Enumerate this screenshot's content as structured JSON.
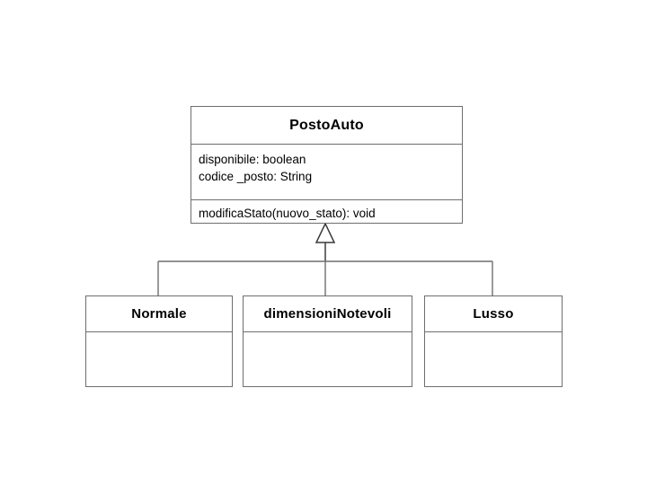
{
  "diagram": {
    "type": "uml-class-diagram",
    "background_color": "#ffffff",
    "line_color": "#6e6e6e",
    "text_color": "#000000",
    "relationship": "generalization"
  },
  "parent": {
    "name": "PostoAuto",
    "attributes": [
      "disponibile: boolean",
      "codice _posto: String"
    ],
    "methods": [
      "modificaStato(nuovo_stato): void"
    ]
  },
  "children": [
    {
      "name": "Normale",
      "attributes": [],
      "methods": []
    },
    {
      "name": "dimensioniNotevoli",
      "attributes": [],
      "methods": []
    },
    {
      "name": "Lusso",
      "attributes": [],
      "methods": []
    }
  ]
}
